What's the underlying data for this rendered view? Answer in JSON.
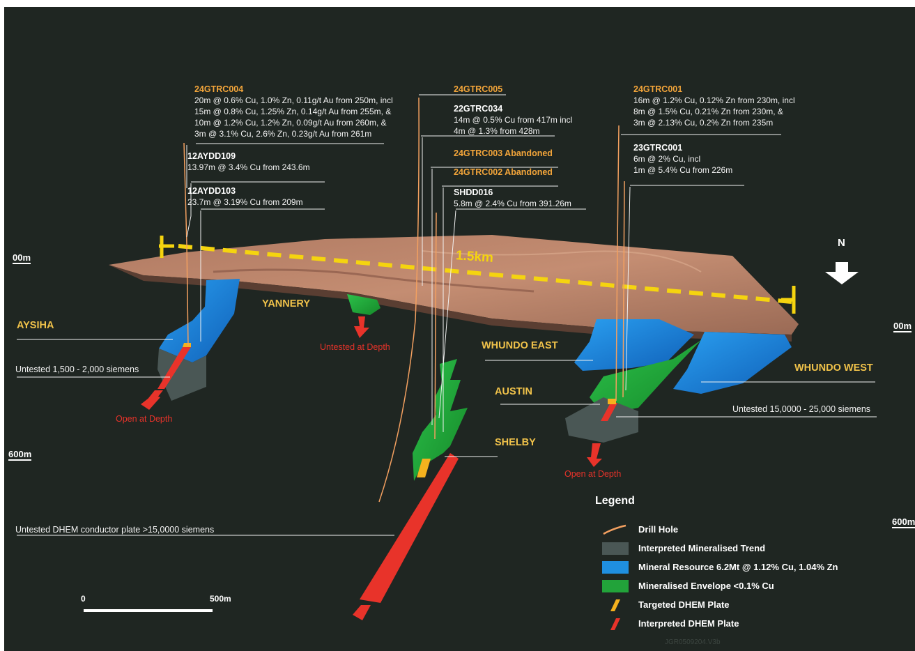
{
  "drill_holes": [
    {
      "id": "24GTRC004",
      "highlight": true,
      "lines": [
        "20m @ 0.6% Cu, 1.0% Zn, 0.11g/t Au from 250m, incl",
        "15m @ 0.8% Cu, 1.25% Zn, 0.14g/t Au from 255m, &",
        "10m @ 1.2% Cu, 1.2% Zn, 0.09g/t Au from 260m, &",
        "3m @ 3.1% Cu, 2.6% Zn, 0.23g/t Au from 261m"
      ]
    },
    {
      "id": "12AYDD109",
      "highlight": false,
      "lines": [
        "13.97m @ 3.4% Cu from 243.6m"
      ]
    },
    {
      "id": "12AYDD103",
      "highlight": false,
      "lines": [
        "23.7m @ 3.19% Cu from 209m"
      ]
    },
    {
      "id": "24GTRC005",
      "highlight": true,
      "lines": []
    },
    {
      "id": "22GTRC034",
      "highlight": false,
      "lines": [
        "14m @ 0.5% Cu from 417m incl",
        "4m @ 1.3% from 428m"
      ]
    },
    {
      "id": "24GTRC003 Abandoned",
      "highlight": true,
      "lines": []
    },
    {
      "id": "24GTRC002 Abandoned",
      "highlight": true,
      "lines": []
    },
    {
      "id": "SHDD016",
      "highlight": false,
      "lines": [
        "5.8m @ 2.4% Cu from 391.26m"
      ]
    },
    {
      "id": "24GTRC001",
      "highlight": true,
      "lines": [
        "16m @ 1.2% Cu, 0.12% Zn from 230m, incl",
        "8m @ 1.5% Cu, 0.21% Zn from 230m, &",
        "3m @ 2.13% Cu, 0.2% Zn from 235m"
      ]
    },
    {
      "id": "23GTRC001",
      "highlight": false,
      "lines": [
        "6m @ 2% Cu, incl",
        "1m @ 5.4% Cu from 226m"
      ]
    }
  ],
  "zones": {
    "aysiha": "AYSIHA",
    "yannery": "YANNERY",
    "whundo_east": "WHUNDO EAST",
    "whundo_west": "WHUNDO WEST",
    "austin": "AUSTIN",
    "shelby": "SHELBY"
  },
  "notes": {
    "aysiha_untested": "Untested 1,500 - 2,000 siemens",
    "aysiha_open": "Open at Depth",
    "yannery_untested": "Untested at Depth",
    "whundo_untested": "Untested  15,0000 - 25,000 siemens",
    "whundo_open": "Open at Depth",
    "dhem_plate": "Untested DHEM conductor plate >15,0000 siemens"
  },
  "section": {
    "distance": "1.5km",
    "north": "N"
  },
  "depths": {
    "left_top": "00m",
    "left_bottom": "600m",
    "right_top": "00m",
    "right_bottom": "600m"
  },
  "scale_bar": {
    "start": "0",
    "end": "500m"
  },
  "legend": {
    "title": "Legend",
    "items": [
      {
        "label": "Drill Hole",
        "symbol": "drill-hole",
        "color": "#f3a060"
      },
      {
        "label": "Interpreted Mineralised Trend",
        "symbol": "trend",
        "color": "#4a5755"
      },
      {
        "label": "Mineral Resource 6.2Mt @ 1.12% Cu, 1.04% Zn",
        "symbol": "resource",
        "color": "#1f8fe0"
      },
      {
        "label": "Mineralised Envelope <0.1% Cu",
        "symbol": "envelope",
        "color": "#22a33a"
      },
      {
        "label": "Targeted DHEM Plate",
        "symbol": "targeted-plate",
        "color": "#f5b21e"
      },
      {
        "label": "Interpreted  DHEM Plate",
        "symbol": "interpreted-plate",
        "color": "#e8332a"
      }
    ]
  },
  "watermark": "JGR0509204.V3b"
}
